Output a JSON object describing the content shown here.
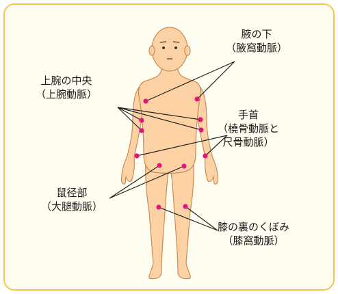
{
  "colors": {
    "frame_border": "#f2c84b",
    "frame_fill": "#fffdf0",
    "skin": "#fcd2a5",
    "skin_outline": "#c98a55",
    "pulse_point": "#e3157b",
    "leader_line": "#222222"
  },
  "labels": {
    "axilla": {
      "line1": "腋の下",
      "line2": "（腋窩動脈）"
    },
    "upper_arm": {
      "line1": "上腕の中央",
      "line2": "（上腕動脈）"
    },
    "wrist": {
      "line1": "手首",
      "line2": "（橈骨動脈と",
      "line3": "尺骨動脈）"
    },
    "groin": {
      "line1": "鼠径部",
      "line2": "（大腿動脈）"
    },
    "knee": {
      "line1": "膝の裏のくぼみ",
      "line2": "（膝窩動脈）"
    }
  }
}
